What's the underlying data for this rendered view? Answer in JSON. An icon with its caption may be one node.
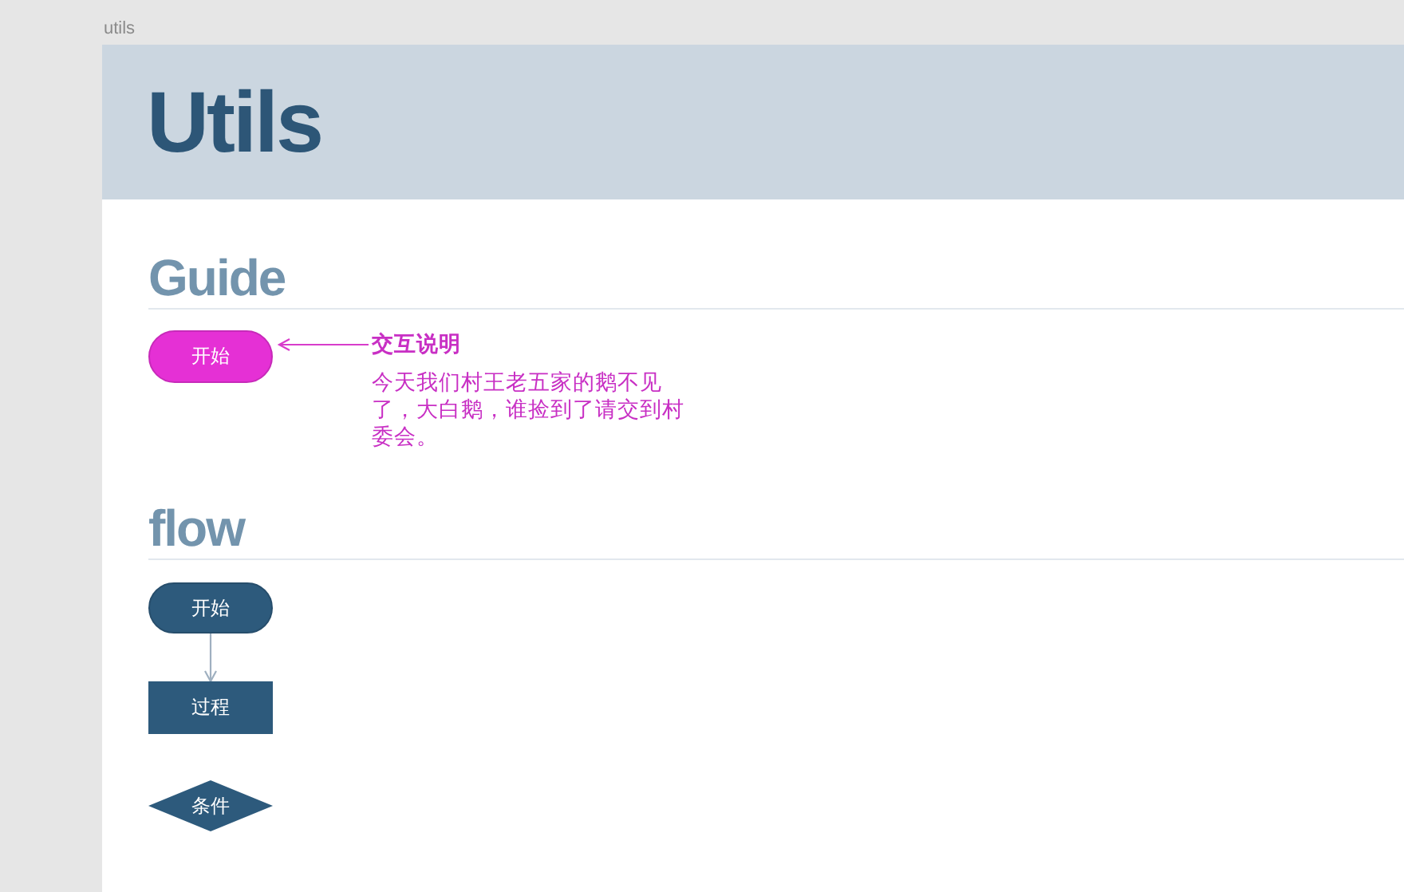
{
  "diagram": {
    "title": "Utils",
    "nodes": [
      {
        "text": [
          "开始"
        ]
      },
      {
        "text": [
          "交互说明",
          "今天我们村王老五家的鹅不见了，大白鹅，谁捡到了请交到村委会。"
        ]
      },
      {
        "text": [
          "开始"
        ]
      },
      {
        "text": [
          "过程"
        ]
      },
      {
        "text": [
          "条件"
        ]
      }
    ],
    "edges": [
      {
        "from": 1,
        "to": 0,
        "arrow": "to",
        "color": "#d83ccb"
      },
      {
        "from": 2,
        "to": 3,
        "arrow": "to",
        "color": "#9fb0c0"
      }
    ],
    "labels": [
      "utils",
      "Guide",
      "flow"
    ]
  }
}
